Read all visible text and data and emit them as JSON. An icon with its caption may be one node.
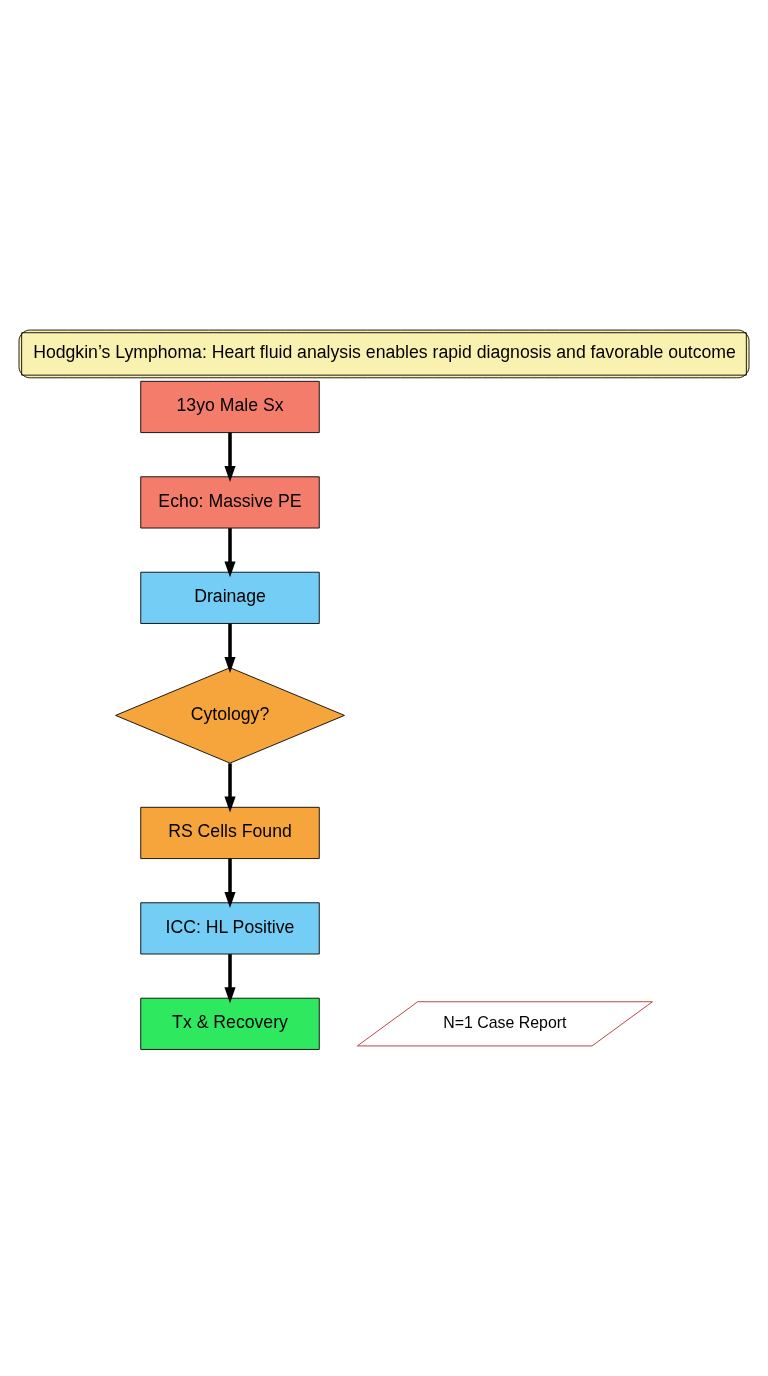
{
  "diagram": {
    "title": "Hodgkin’s Lymphoma: Heart fluid analysis enables rapid diagnosis and favorable outcome",
    "nodes": [
      {
        "text": [
          "13yo Male Sx"
        ]
      },
      {
        "text": [
          "Echo: Massive PE"
        ]
      },
      {
        "text": [
          "Drainage"
        ]
      },
      {
        "text": [
          "Cytology?"
        ]
      },
      {
        "text": [
          "RS Cells Found"
        ]
      },
      {
        "text": [
          "ICC: HL Positive"
        ]
      },
      {
        "text": [
          "Tx & Recovery"
        ]
      },
      {
        "text": [
          "N=1 Case Report"
        ]
      }
    ],
    "edges": [
      {
        "from": 0,
        "to": 1,
        "arrow": "to"
      },
      {
        "from": 1,
        "to": 2,
        "arrow": "to"
      },
      {
        "from": 2,
        "to": 3,
        "arrow": "to"
      },
      {
        "from": 3,
        "to": 4,
        "arrow": "to"
      },
      {
        "from": 4,
        "to": 5,
        "arrow": "to"
      },
      {
        "from": 5,
        "to": 6,
        "arrow": "to"
      }
    ]
  }
}
